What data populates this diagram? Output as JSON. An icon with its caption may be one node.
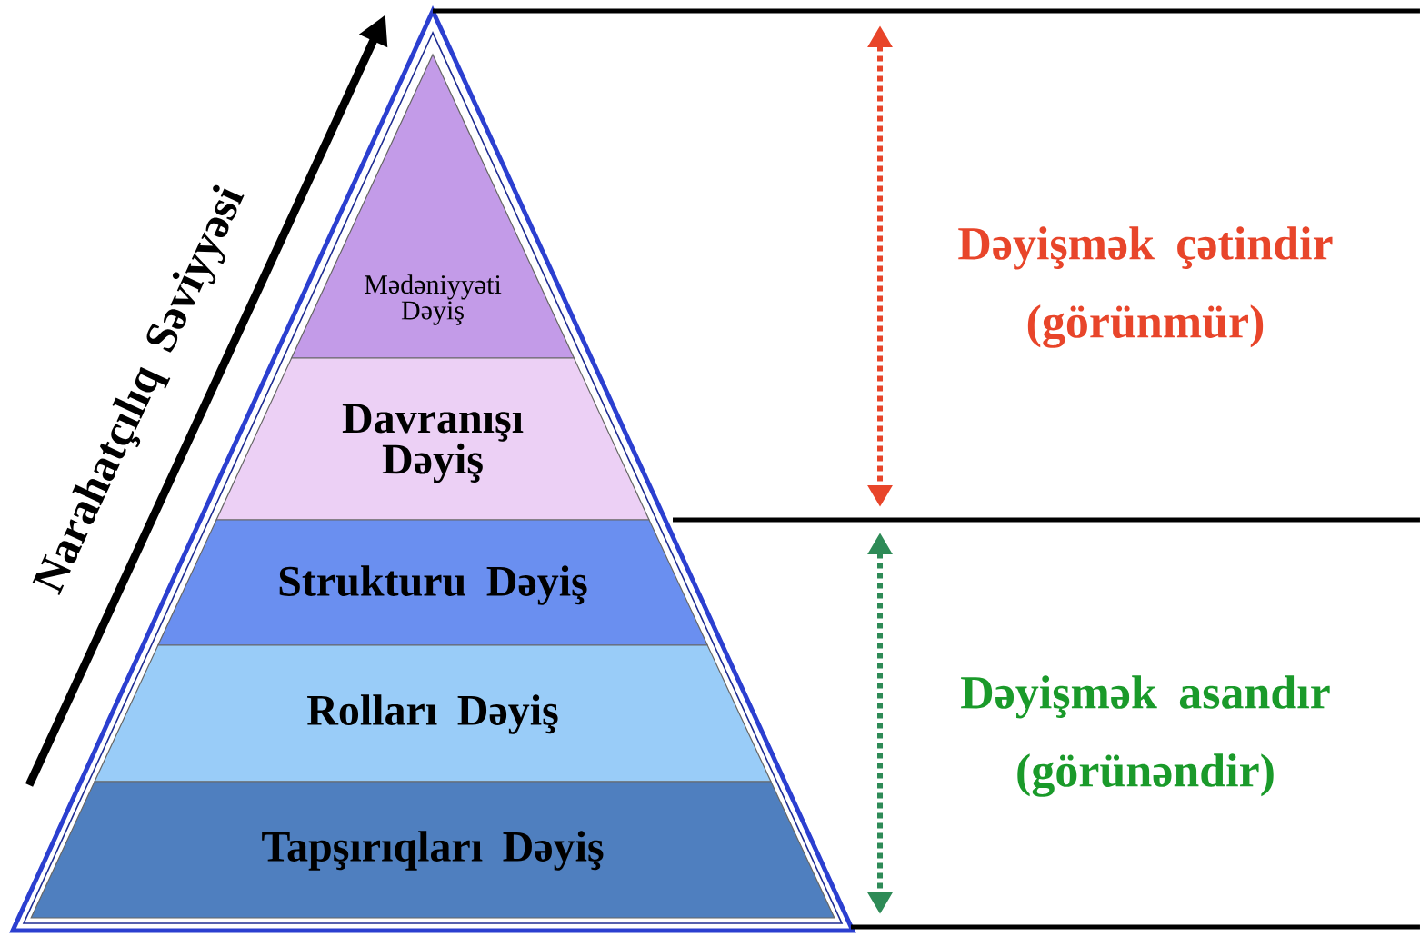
{
  "diagram": {
    "nodes": [
      {
        "text": [
          "Mədəniyyəti Dəyiş"
        ]
      },
      {
        "text": [
          "Davranışı Dəyiş"
        ]
      },
      {
        "text": [
          "Strukturu Dəyiş"
        ]
      },
      {
        "text": [
          "Rolları Dəyiş"
        ]
      },
      {
        "text": [
          "Tapşırıqları Dəyiş"
        ]
      }
    ],
    "labels": [
      "Narahatçılıq Səviyyəsi",
      "Dəyişmək çətindir (görünmür)",
      "Dəyişmək asandır (görünəndir)"
    ]
  }
}
